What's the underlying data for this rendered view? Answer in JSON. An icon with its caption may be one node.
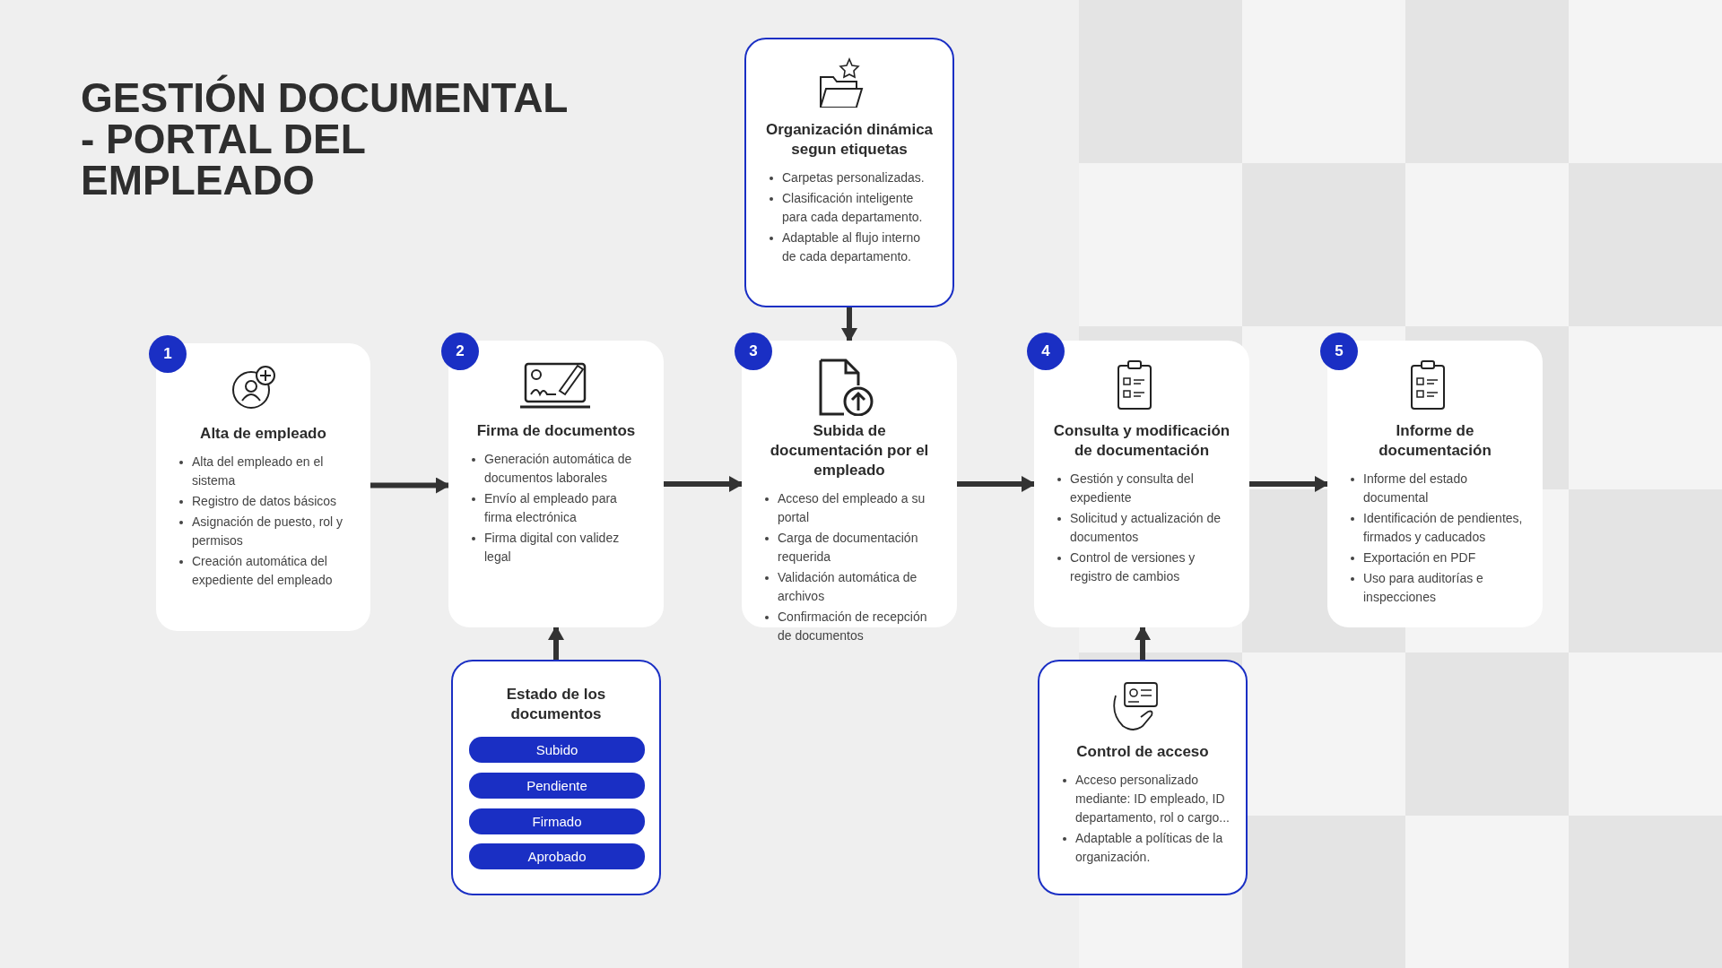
{
  "diagram": {
    "title": "GESTIÓN DOCUMENTAL - PORTAL DEL EMPLEADO",
    "nodes": [
      {
        "text": [
          "1",
          "Alta de empleado",
          "Alta del empleado en el sistema",
          "Registro de datos básicos",
          "Asignación de puesto, rol y permisos",
          "Creación automática del expediente del empleado"
        ]
      },
      {
        "text": [
          "2",
          "Firma de documentos",
          "Generación automática de documentos laborales",
          "Envío al empleado para firma electrónica",
          "Firma digital con validez legal"
        ]
      },
      {
        "text": [
          "Organización dinámica segun etiquetas",
          "Carpetas personalizadas.",
          "Clasificación inteligente para cada departamento.",
          "Adaptable al flujo interno de cada departamento."
        ]
      },
      {
        "text": [
          "3",
          "Subida de documentación por el empleado",
          "Acceso del empleado a su portal",
          "Carga de documentación requerida",
          "Validación automática de archivos",
          "Confirmación de recepción de documentos"
        ]
      },
      {
        "text": [
          "4",
          "Consulta y modificación de documentación",
          "Gestión y consulta del expediente",
          "Solicitud y actualización de documentos",
          "Control de versiones y registro de cambios"
        ]
      },
      {
        "text": [
          "5",
          "Informe de documentación",
          "Informe del estado documental",
          "Identificación de pendientes, firmados y caducados",
          "Exportación en PDF",
          "Uso para auditorías e inspecciones"
        ]
      },
      {
        "text": [
          "Estado de los documentos"
        ]
      },
      {
        "text": [
          "Subido"
        ],
        "in": 6
      },
      {
        "text": [
          "Pendiente"
        ],
        "in": 6
      },
      {
        "text": [
          "Firmado"
        ],
        "in": 6
      },
      {
        "text": [
          "Aprobado"
        ],
        "in": 6
      },
      {
        "text": [
          "Control de acceso",
          "Acceso personalizado mediante: ID empleado, ID departamento, rol o cargo...",
          "Adaptable a políticas de la organización."
        ]
      }
    ],
    "edges": [
      {
        "from": 0,
        "to": 1,
        "arrow": "to"
      },
      {
        "from": 1,
        "to": 3,
        "arrow": "to"
      },
      {
        "from": 3,
        "to": 4,
        "arrow": "to"
      },
      {
        "from": 4,
        "to": 5,
        "arrow": "to"
      },
      {
        "from": 2,
        "to": 3,
        "arrow": "to"
      },
      {
        "from": 6,
        "to": 1,
        "arrow": "to"
      },
      {
        "from": 11,
        "to": 4,
        "arrow": "to"
      }
    ]
  }
}
